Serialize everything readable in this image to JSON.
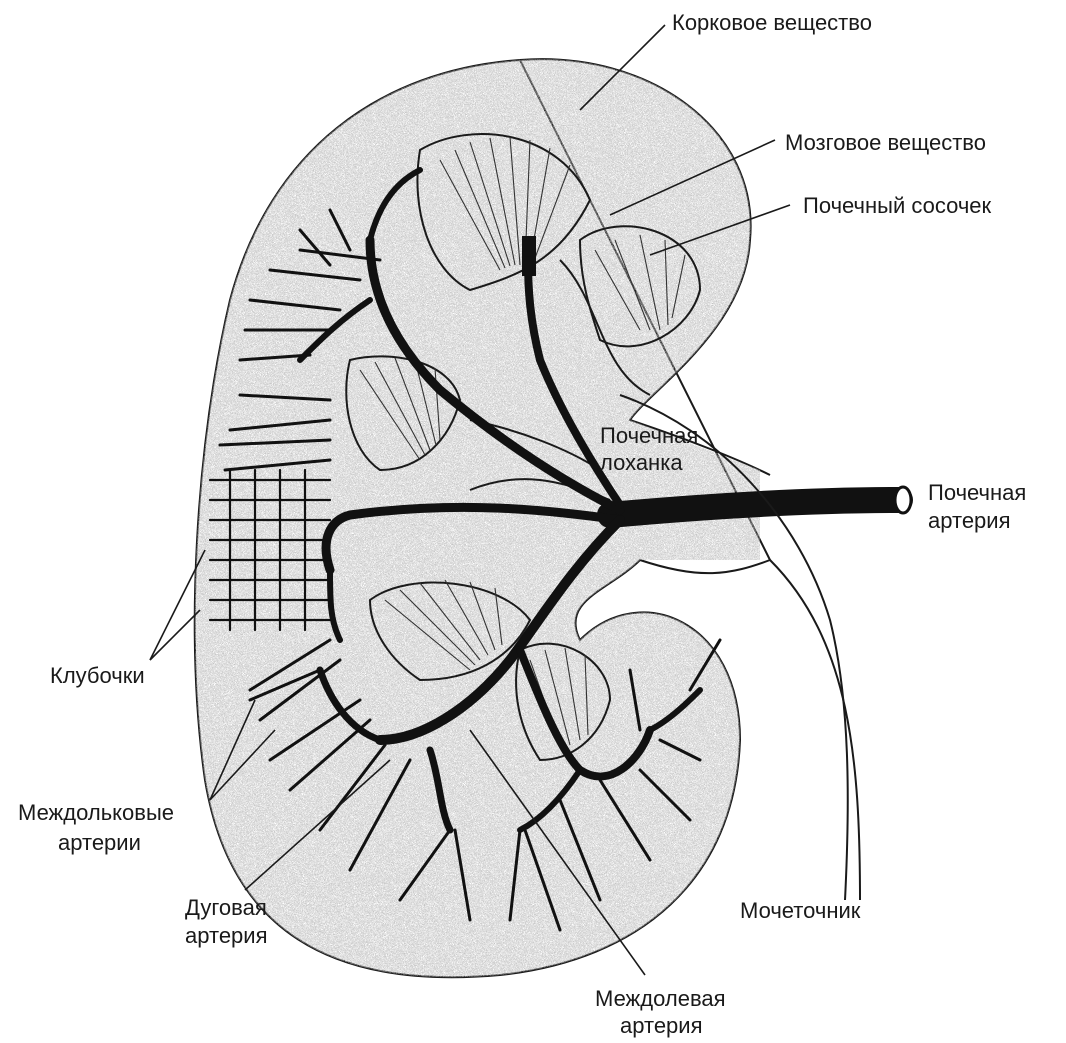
{
  "labels": {
    "cortex": "Корковое вещество",
    "medulla": "Мозговое вещество",
    "papilla": "Почечный сосочек",
    "pelvis": [
      "Почечная",
      "лоханка"
    ],
    "renal_artery": [
      "Почечная",
      "артерия"
    ],
    "glomeruli": "Клубочки",
    "interlobular": [
      "Междольковые",
      "артерии"
    ],
    "arcuate": [
      "Дуговая",
      "артерия"
    ],
    "ureter": "Мочеточник",
    "interlobar": [
      "Междолевая",
      "артерия"
    ]
  },
  "colors": {
    "ink": "#111111",
    "cortex_shade": "#9a9a9a",
    "paper": "#ffffff"
  }
}
